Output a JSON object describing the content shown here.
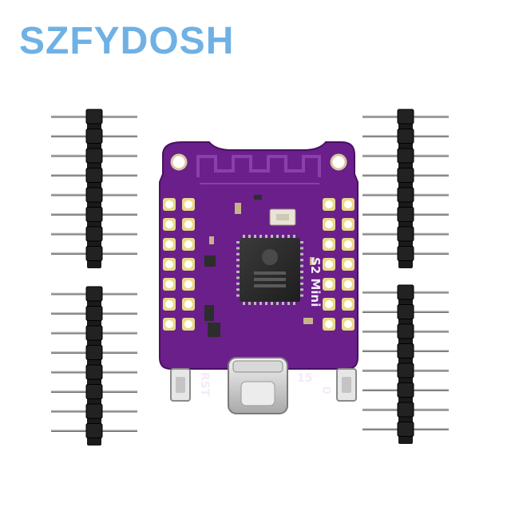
{
  "brand": {
    "name": "SZFYDOSH",
    "color": "#6fb1e4"
  },
  "product": {
    "board_label": "S2 Mini",
    "button_left_label": "RST",
    "button_right_label": "0",
    "pin_label": "15",
    "pcb_color": "#6a1f8a",
    "header_count": 4,
    "pins_per_header": 8
  }
}
